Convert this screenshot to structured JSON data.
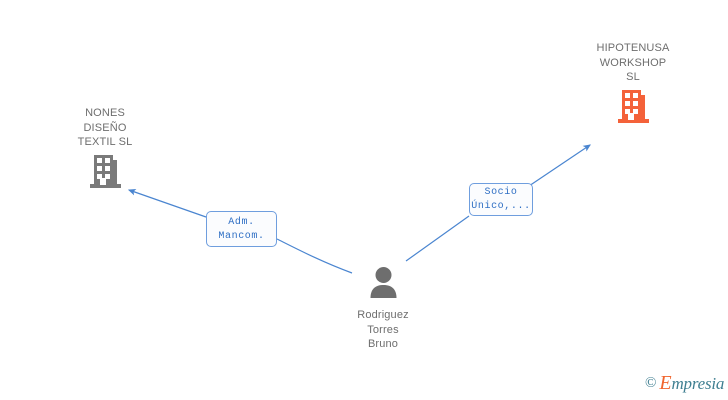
{
  "diagram": {
    "type": "corporate-relationship-graph",
    "background_color": "#ffffff",
    "edge_color": "#4a85d0",
    "company_label_color": "#6e6e6e",
    "edge_label_color": "#2f6fc4"
  },
  "nodes": {
    "company_left": {
      "name": "NONES\nDISEÑO\nTEXTIL SL",
      "icon": "building-icon",
      "icon_color": "#7a7a7a"
    },
    "company_right": {
      "name": "HIPOTENUSA\nWORKSHOP\nSL",
      "icon": "building-icon",
      "icon_color": "#f4623a"
    },
    "person": {
      "name": "Rodriguez\nTorres\nBruno",
      "icon": "person-icon",
      "icon_color": "#6e6e6e"
    }
  },
  "edges": [
    {
      "from": "person",
      "to": "company_left",
      "label": "Adm.\nMancom."
    },
    {
      "from": "person",
      "to": "company_right",
      "label": "Socio\nÚnico,..."
    }
  ],
  "watermark": {
    "copyright": "©",
    "brand_initial": "E",
    "brand_rest": "mpresia"
  }
}
